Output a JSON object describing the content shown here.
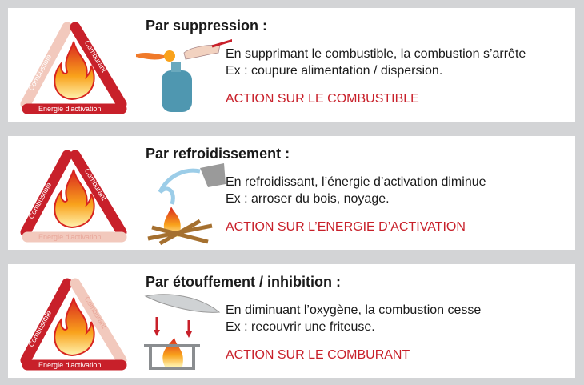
{
  "triangle_labels": {
    "combustible": "Combustible",
    "comburant": "Comburant",
    "energie": "Energie d'activation"
  },
  "colors": {
    "red": "#c8202a",
    "faded": "#f2c9bd",
    "background": "#d3d4d6"
  },
  "panels": [
    {
      "title": "Par suppression :",
      "line1": "En supprimant le combustible, la combustion s’arrête",
      "line2": "Ex : coupure alimentation / dispersion.",
      "action": "ACTION SUR LE COMBUSTIBLE",
      "faded_side": "combustible",
      "illustration": "gas-bottle-hand-icon"
    },
    {
      "title": "Par refroidissement :",
      "line1": "En refroidissant, l’énergie d’activation diminue",
      "line2": "Ex : arroser du bois, noyage.",
      "action": "ACTION SUR L’ENERGIE D’ACTIVATION",
      "faded_side": "energie",
      "illustration": "bucket-water-campfire-icon"
    },
    {
      "title": "Par étouffement / inhibition :",
      "line1": "En diminuant l’oxygène, la combustion cesse",
      "line2": "Ex : recouvrir une friteuse.",
      "action": "ACTION SUR LE COMBURANT",
      "faded_side": "comburant",
      "illustration": "lid-fryer-icon"
    }
  ]
}
